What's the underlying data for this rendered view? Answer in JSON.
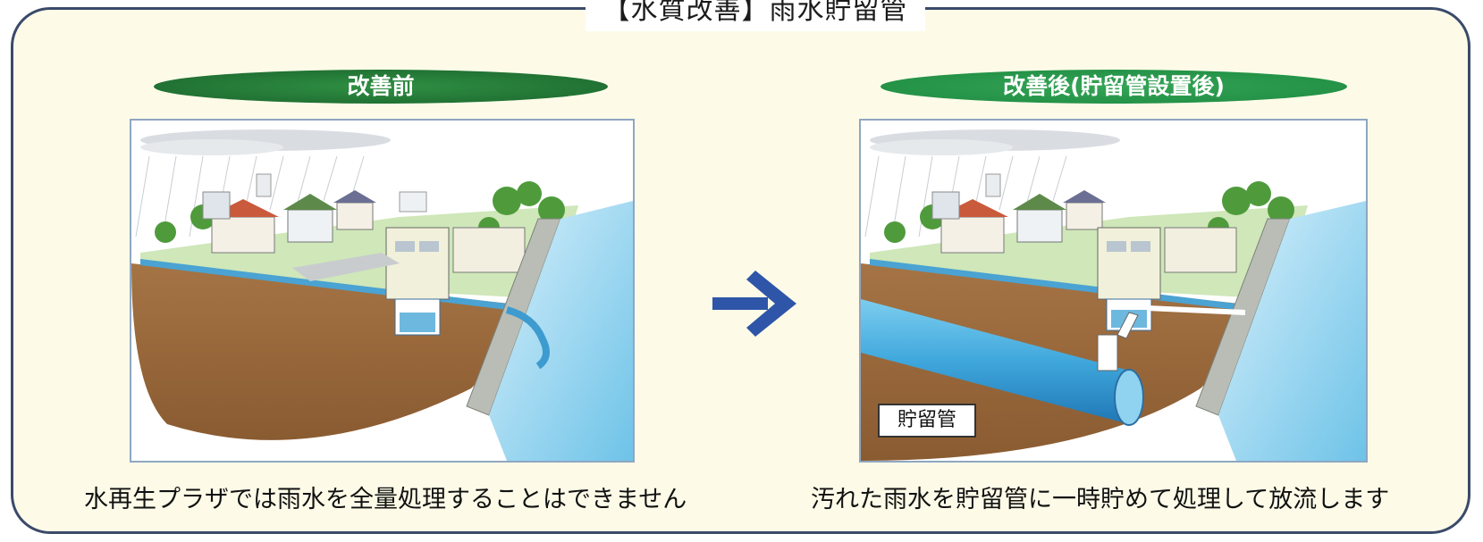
{
  "title": "【水質改善】雨水貯留管",
  "before": {
    "heading": "改善前",
    "caption": "水再生プラザでは雨水を全量処理することはできません"
  },
  "after": {
    "heading": "改善後(貯留管設置後)",
    "caption": "汚れた雨水を貯留管に一時貯めて処理して放流します",
    "tank_label": "貯留管"
  },
  "colors": {
    "border": "#3a4a6a",
    "panel_bg": "#fdfbe8",
    "heading_before": "#1f6e32",
    "heading_after": "#229045",
    "arrow": "#2e55a8",
    "soil": "#9c6a3c",
    "water": "#8fd0ec"
  }
}
